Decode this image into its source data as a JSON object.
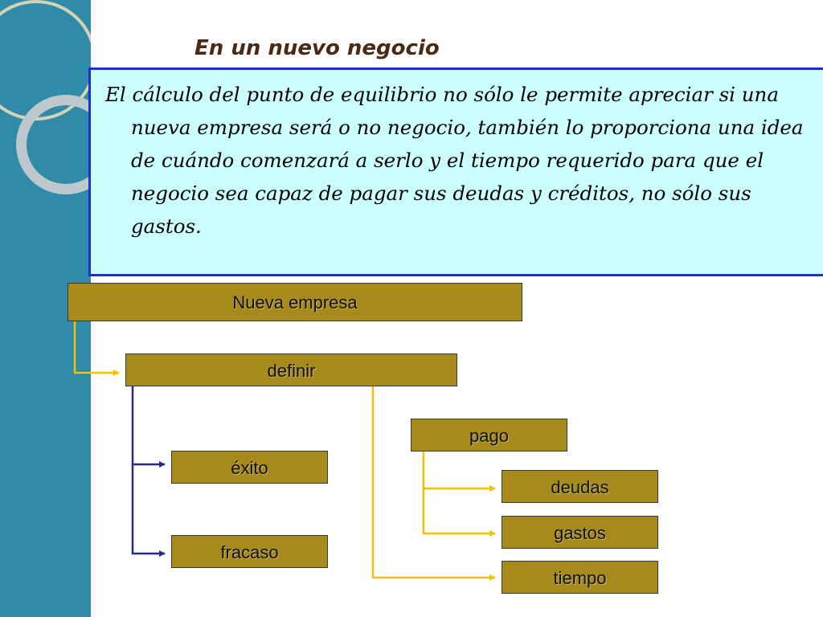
{
  "slide": {
    "title": "En un nuevo negocio",
    "body": "El cálculo del punto de equilibrio no sólo le permite apreciar si una nueva empresa será o no negocio, también lo proporciona una idea de cuándo comenzará a serlo y el tiempo requerido para que el negocio sea capaz de pagar sus deudas y créditos, no sólo sus gastos."
  },
  "diagram": {
    "nodes": {
      "nueva_empresa": "Nueva empresa",
      "definir": "definir",
      "exito": "éxito",
      "fracaso": "fracaso",
      "pago": "pago",
      "deudas": "deudas",
      "gastos": "gastos",
      "tiempo": "tiempo"
    }
  },
  "colors": {
    "background_band": "#2f8ba8",
    "node_fill": "#a68a1c",
    "text_box_fill": "#ccffff",
    "text_box_border": "#1c2fd0",
    "connector_yellow": "#f5c000",
    "connector_navy": "#2a2a80",
    "title_color": "#4a2a14"
  }
}
